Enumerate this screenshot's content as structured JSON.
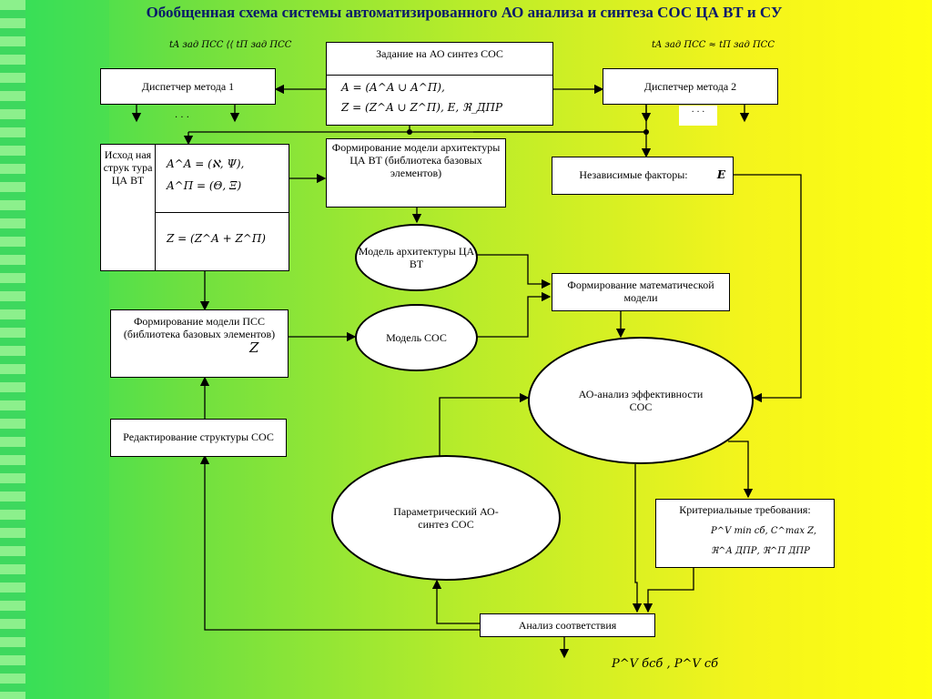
{
  "title": "Обобщенная схема системы автоматизированного АО анализа и синтеза СОС ЦА ВТ и СУ",
  "time_left": "tA зад ПСС ⟨⟨ tП зад ПСС",
  "time_right": "tA зад ПСС ≈ tП зад ПСС",
  "task_box": {
    "label": "Задание на АО синтез СОС",
    "formula1": "A = (A^A ∪ A^П),",
    "formula2": "Z = (Z^A ∪ Z^П), E, ℜ_ДПР"
  },
  "dispatcher1": "Диспетчер метода 1",
  "dispatcher2": "Диспетчер метода 2",
  "ellipsis": "· · ·",
  "initial_structure": {
    "label": "Исход ная струк тура ЦА ВТ",
    "formula1": "A^A = (ℵ, Ψ),",
    "formula2": "A^П = (Θ, Ξ)",
    "formula3": "Z = (Z^A + Z^П)"
  },
  "arch_model_form": "Формирование модели архитектуры ЦА ВТ (библиотека базовых элементов)",
  "independent_factors": "Независимые факторы:",
  "factor_symbol": "E",
  "arch_model": "Модель архитектуры ЦА ВТ",
  "math_model_form": "Формирование математической модели",
  "pss_model_form": "Формирование модели ПСС (библиотека базовых элементов)",
  "pss_symbol": "Z",
  "sos_model": "Модель СОС",
  "ao_analysis": "АО-анализ эффективности СОС",
  "edit_structure": "Редактирование структуры СОС",
  "param_synthesis": "Параметрический АО-синтез СОС",
  "criteria": {
    "label": "Критериальные требования:",
    "line1": "P^V min сб, C^max Z,",
    "line2": "ℜ^A ДПР, ℜ^П ДПР"
  },
  "compliance": "Анализ соответствия",
  "output": "P^V бсб , P^V сб"
}
